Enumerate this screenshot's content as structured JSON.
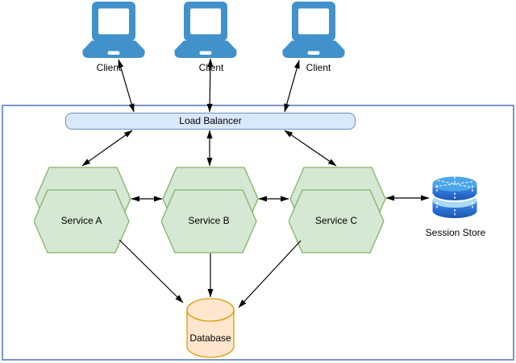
{
  "diagram": {
    "clients": [
      {
        "label": "Client"
      },
      {
        "label": "Client"
      },
      {
        "label": "Client"
      }
    ],
    "load_balancer": {
      "label": "Load Balancer"
    },
    "services": [
      {
        "label": "Service A"
      },
      {
        "label": "Service B"
      },
      {
        "label": "Service C"
      }
    ],
    "session_store": {
      "label": "Session Store"
    },
    "database": {
      "label": "Database"
    },
    "icons": {
      "client": "laptop-icon",
      "session_store": "stacked-cache-disks-icon",
      "database": "cylinder-icon"
    },
    "connections": [
      "Client 1 <-> Load Balancer",
      "Client 2 <-> Load Balancer",
      "Client 3 <-> Load Balancer",
      "Load Balancer <-> Service A",
      "Load Balancer <-> Service B",
      "Load Balancer <-> Service C",
      "Service A <-> Service B",
      "Service B <-> Service C",
      "Service C <-> Session Store",
      "Service A -> Database",
      "Service B -> Database",
      "Service C -> Database"
    ],
    "colors": {
      "load_balancer_fill": "#dae8fc",
      "load_balancer_border": "#6c8ebf",
      "service_fill": "#d5e8d4",
      "service_border": "#82b366",
      "database_fill": "#ffe6cc",
      "database_border": "#d79b00",
      "laptop_blue": "#4191cb",
      "session_store_blue": "#2a6fd0",
      "boundary_border": "#7b96c9",
      "arrow": "#000000"
    }
  }
}
